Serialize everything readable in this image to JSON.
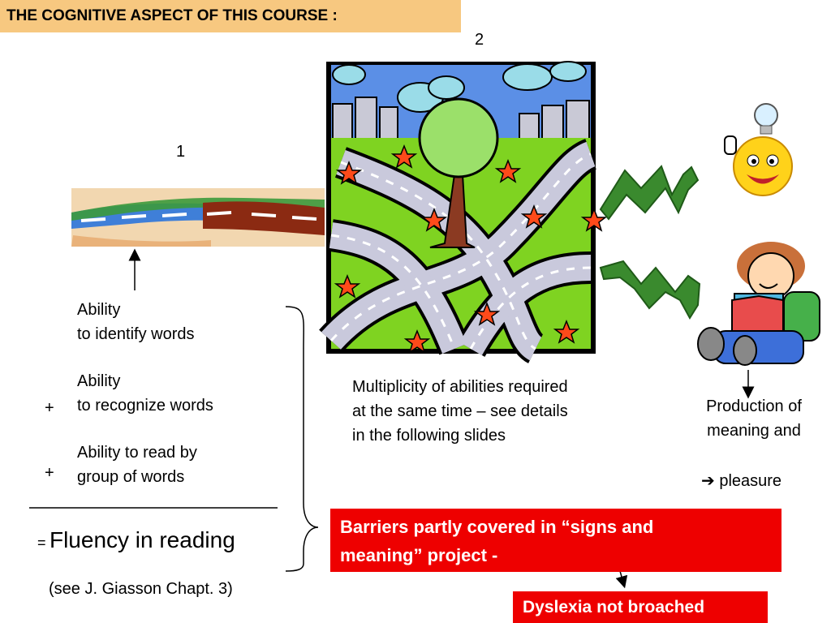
{
  "header": {
    "title": "THE COGNITIVE ASPECT OF THIS COURSE :"
  },
  "labels": {
    "number_1": "1",
    "number_2": "2"
  },
  "abilities": [
    {
      "line1": "Ability",
      "line2": "to identify words"
    },
    {
      "line1": "Ability",
      "line2": "to recognize words"
    },
    {
      "line1": "Ability to read by",
      "line2": "group of words"
    }
  ],
  "operators": {
    "plus": "+",
    "equals": "="
  },
  "result": "Fluency in reading",
  "reference": "(see J. Giasson Chapt. 3)",
  "center_caption": [
    "Multiplicity of abilities required",
    "at the same time – see details",
    "in the following slides"
  ],
  "right_caption": {
    "line1": "Production of",
    "line2": "meaning and",
    "pleasure": "pleasure"
  },
  "barrier_box": {
    "line1": "Barriers partly covered in “signs and",
    "line2": "meaning” project -"
  },
  "dyslexia_box": "Dyslexia not  broached",
  "colors": {
    "title_bg": "#f7c880",
    "box_red": "#ee0000",
    "arrow_green": "#3a8a2e"
  }
}
